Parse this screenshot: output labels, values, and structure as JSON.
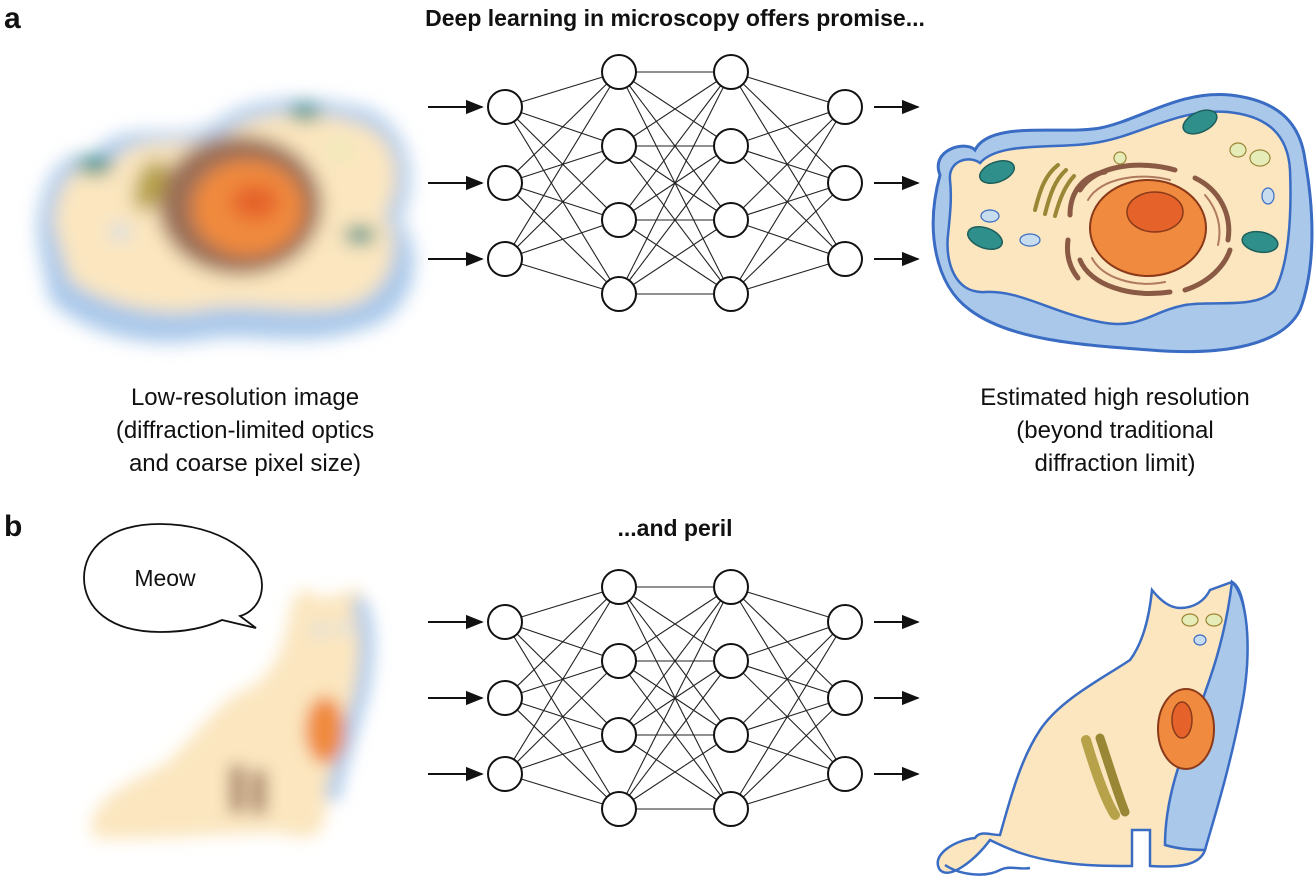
{
  "panel_a": {
    "letter": "a",
    "title": "Deep learning in microscopy offers promise...",
    "input_caption": [
      "Low-resolution image",
      "(diffraction-limited optics",
      "and coarse pixel size)"
    ],
    "output_caption": [
      "Estimated high resolution",
      "(beyond traditional",
      "diffraction limit)"
    ]
  },
  "panel_b": {
    "letter": "b",
    "title": "...and peril",
    "speech_bubble": "Meow"
  },
  "network": {
    "layers": [
      3,
      4,
      4,
      3
    ]
  },
  "colors": {
    "cytoplasm": "#fbe6bf",
    "membrane": "#3a6cc4",
    "membrane_fill": "#a9c8ea",
    "nucleus": "#f08a3e",
    "nucleolus": "#e5632a",
    "er": "#8a5a44",
    "golgi": "#b7a24a",
    "mitochondria": "#2f8f8a",
    "vesicle": "#c8dcef"
  }
}
